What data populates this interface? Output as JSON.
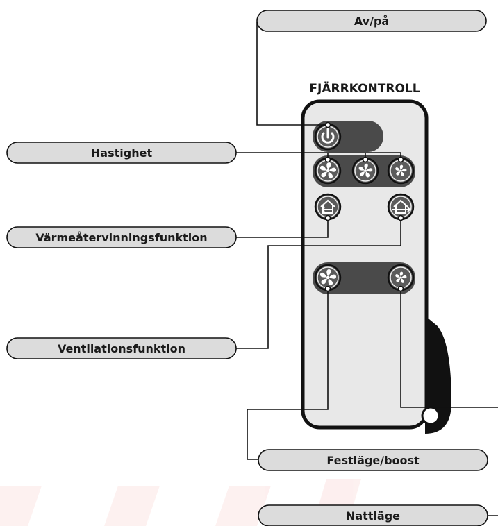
{
  "remote": {
    "title": "FJÄRRKONTROLL"
  },
  "labels": {
    "power": "Av/på",
    "speed": "Hastighet",
    "heat_recovery": "Värmeåtervinningsfunktion",
    "ventilation": "Ventilationsfunktion",
    "party_boost": "Festläge/boost",
    "night_mode": "Nattläge"
  },
  "colors": {
    "pill_fill": "#dcdcdc",
    "remote_body": "#e8e8e8",
    "dark_panel": "#4a4a4a",
    "button_fill": "#5b5b5b",
    "outline": "#111111",
    "watermark": "#e8322f"
  },
  "icons": {
    "power_button": "power-icon",
    "speed_buttons": [
      "fan-low-icon",
      "fan-medium-icon",
      "fan-high-icon"
    ],
    "heat_recovery_buttons": [
      "house-exchange-in-icon",
      "house-exchange-out-icon"
    ],
    "mode_buttons": [
      "fan-boost-icon",
      "fan-night-icon"
    ]
  }
}
